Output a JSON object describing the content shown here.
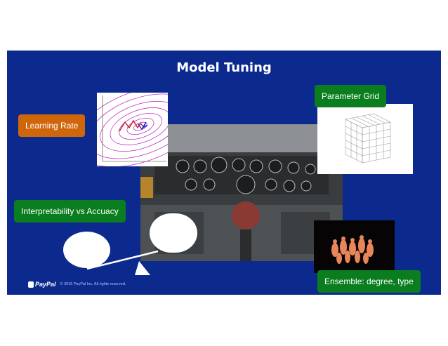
{
  "slide": {
    "title": "Model Tuning",
    "labels": {
      "learning_rate": "Learning Rate",
      "parameter_grid": "Parameter Grid",
      "interpretability": "Interpretability  vs Accuacy",
      "ensemble": "Ensemble: degree, type"
    },
    "footer": {
      "logo_text": "PayPal",
      "copyright": "© 2015 PayPal Inc. All rights reserved."
    }
  },
  "colors": {
    "background": "#0c2a8e",
    "orange_label": "#d0660a",
    "green_label": "#0a7d1f"
  },
  "icons": {
    "cockpit": "aircraft-cockpit-photo",
    "contour_plot": "learning-rate-contour-plot",
    "grid_cube": "parameter-grid-cube",
    "ensemble": "ensemble-figures",
    "seesaw": "balance-seesaw"
  }
}
